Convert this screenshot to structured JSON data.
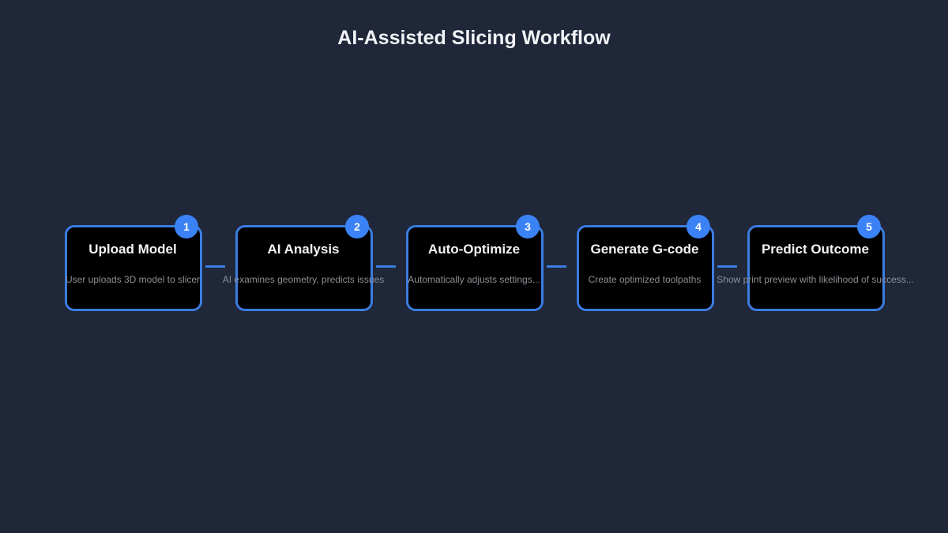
{
  "title": "AI-Assisted Slicing Workflow",
  "accent_color": "#3b7de0",
  "steps": [
    {
      "number": "1",
      "title": "Upload Model",
      "description": "User uploads 3D model to slicer"
    },
    {
      "number": "2",
      "title": "AI Analysis",
      "description": "AI examines geometry, predicts issues"
    },
    {
      "number": "3",
      "title": "Auto-Optimize",
      "description": "Automatically adjusts settings..."
    },
    {
      "number": "4",
      "title": "Generate G-code",
      "description": "Create optimized toolpaths"
    },
    {
      "number": "5",
      "title": "Predict Outcome",
      "description": "Show print preview with likelihood of success..."
    }
  ]
}
